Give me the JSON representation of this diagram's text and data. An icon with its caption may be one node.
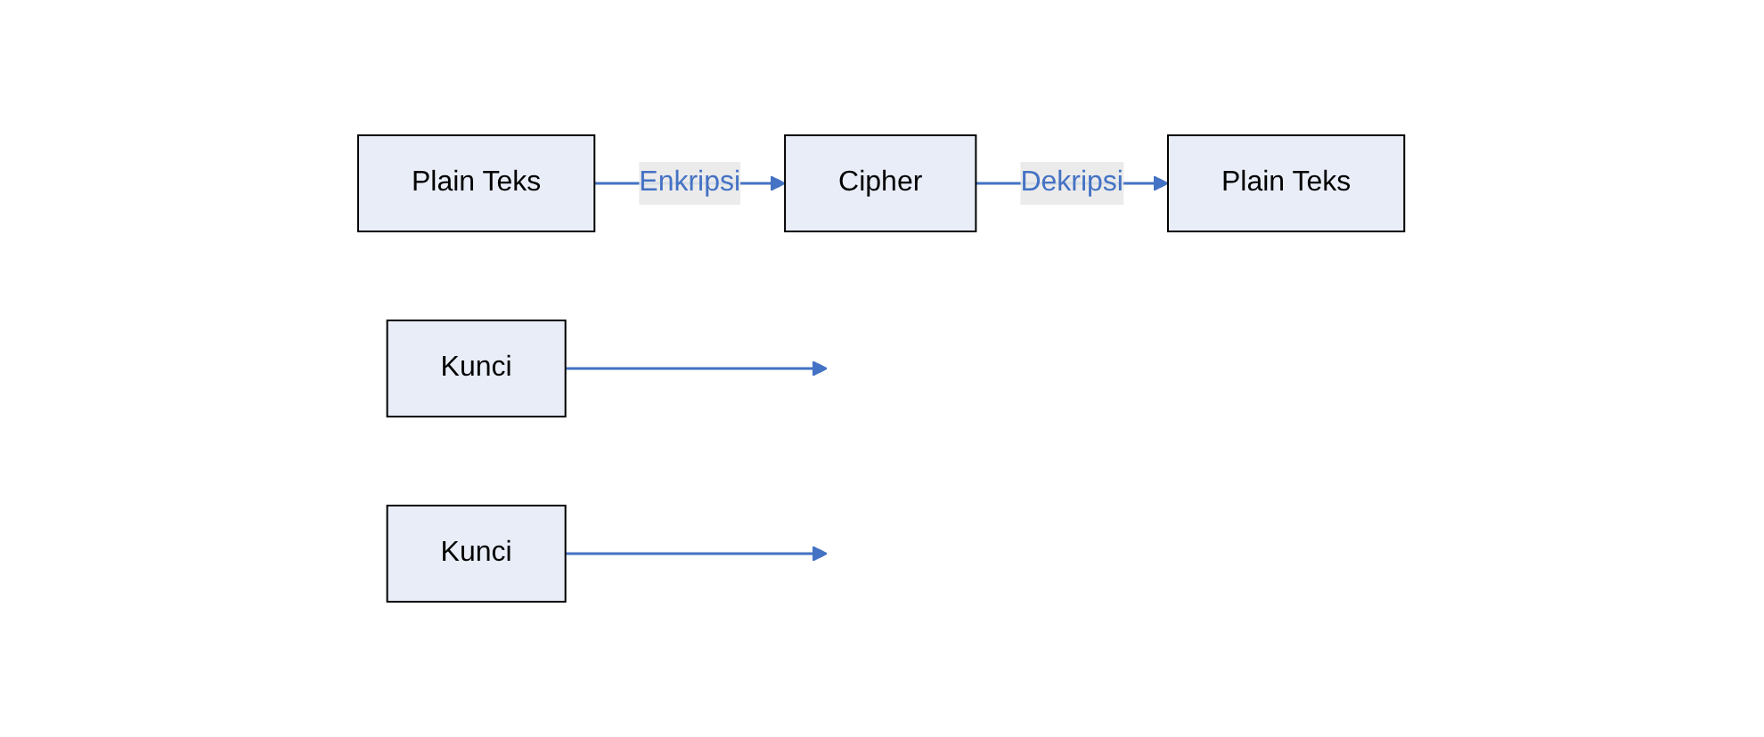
{
  "diagram": {
    "nodes": [
      {
        "text": [
          "Kunci"
        ]
      },
      {
        "text": [
          "Kunci"
        ]
      },
      {
        "text": [
          "Plain Teks"
        ]
      },
      {
        "text": [
          "Cipher"
        ]
      },
      {
        "text": [
          "Plain Teks"
        ]
      }
    ],
    "edges": [
      {
        "from": 0,
        "to": null,
        "arrow": "to"
      },
      {
        "from": 1,
        "to": null,
        "arrow": "to"
      },
      {
        "from": 2,
        "to": 3,
        "arrow": "to",
        "label": "Enkripsi"
      },
      {
        "from": 3,
        "to": 4,
        "arrow": "to",
        "label": "Dekripsi"
      }
    ]
  }
}
